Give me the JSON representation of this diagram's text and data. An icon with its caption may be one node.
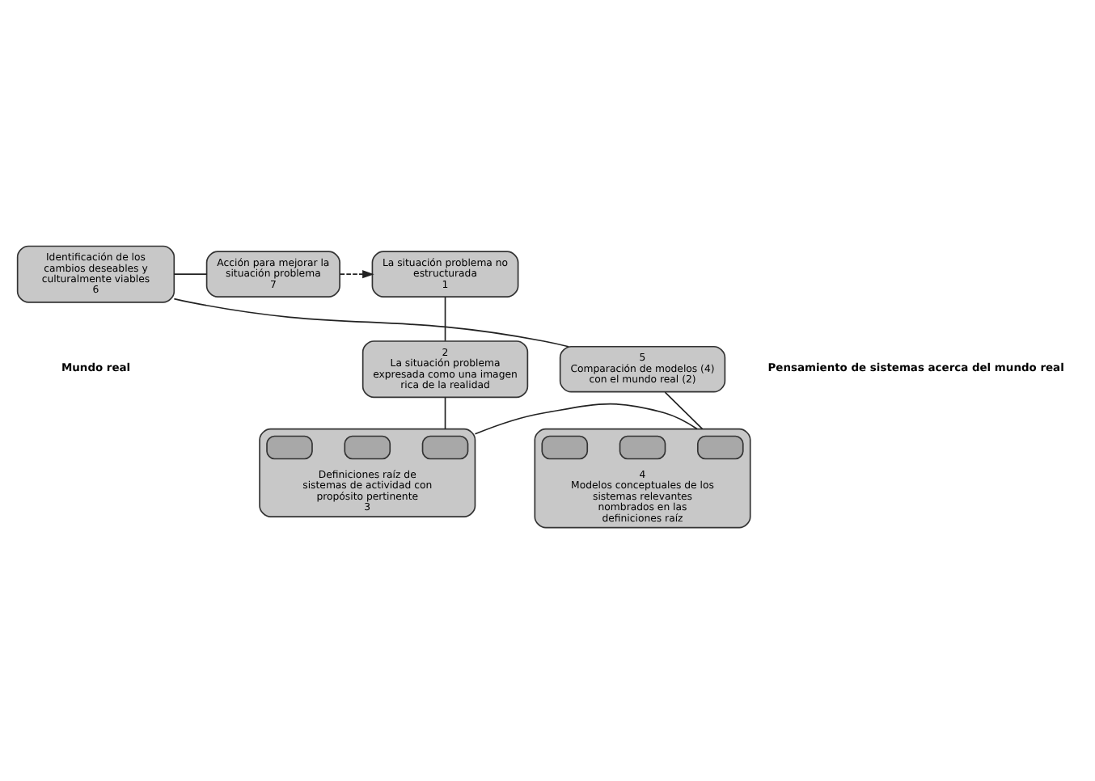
{
  "diagram": {
    "nodes": [
      {
        "text": [
          "La situación problema no estructurada",
          "1"
        ]
      },
      {
        "text": [
          "Acción para mejorar la situación problema",
          "7"
        ]
      },
      {
        "text": [
          "Identificación de los cambios deseables y culturalmente viables",
          "6"
        ]
      },
      {
        "text": [
          "2",
          "La situación problema expresada como una imagen rica de la realidad"
        ]
      },
      {
        "text": [
          "5",
          "Comparación de modelos (4) con el mundo real (2)"
        ]
      },
      {
        "text": [
          "Definiciones raíz de sistemas de actividad con propósito pertinente",
          "3"
        ]
      },
      {
        "text": [],
        "shape": "blob",
        "in": 5
      },
      {
        "text": [],
        "shape": "blob",
        "in": 5
      },
      {
        "text": [],
        "shape": "blob",
        "in": 5
      },
      {
        "text": [
          "4",
          "Modelos conceptuales de los sistemas relevantes nombrados en las definiciones raíz"
        ]
      },
      {
        "text": [],
        "shape": "blob",
        "in": 9
      },
      {
        "text": [],
        "shape": "blob",
        "in": 9
      },
      {
        "text": [],
        "shape": "blob",
        "in": 9
      }
    ],
    "edges": [
      {
        "from": 0,
        "to": 3,
        "arrow": "none"
      },
      {
        "from": 3,
        "to": 5,
        "arrow": "none"
      },
      {
        "from": 5,
        "to": 9,
        "arrow": "none"
      },
      {
        "from": 9,
        "to": 4,
        "arrow": "none"
      },
      {
        "from": 4,
        "to": 2,
        "arrow": "none"
      },
      {
        "from": 2,
        "to": 1,
        "arrow": "none"
      },
      {
        "from": 1,
        "to": 0,
        "arrow": "to",
        "style": "dashed"
      }
    ],
    "labels": [
      "Mundo real",
      "Pensamiento de sistemas acerca del mundo real"
    ]
  }
}
